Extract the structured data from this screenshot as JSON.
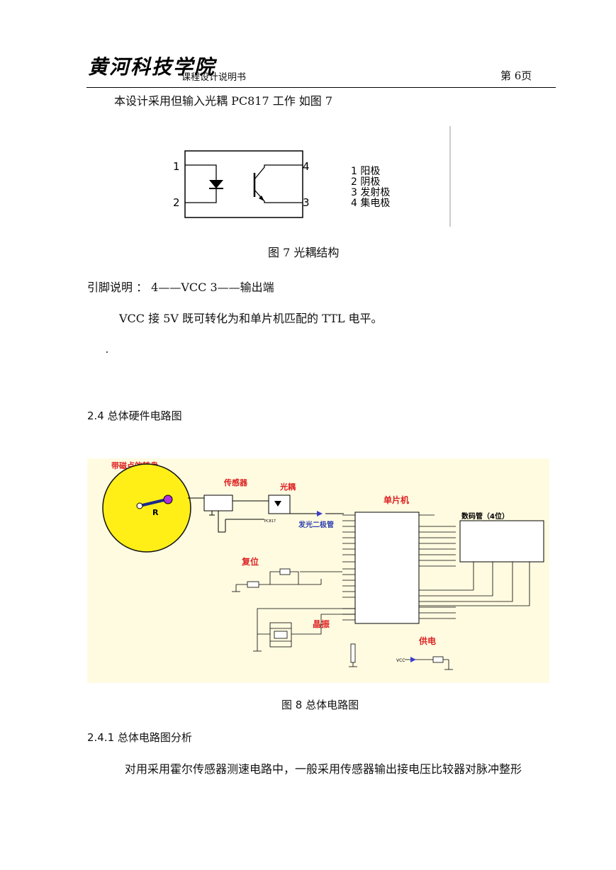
{
  "header": {
    "logo": "黄河科技学院",
    "course": "课程设计说明书",
    "page": "第 6页"
  },
  "intro": "本设计采用但输入光耦 PC817 工作  如图 7",
  "fig7": {
    "pins": [
      "1",
      "2",
      "3",
      "4"
    ],
    "legend": [
      "1  阳极",
      "2  阴极",
      "3  发射极",
      "4  集电极"
    ],
    "caption": "图  7      光耦结构"
  },
  "pin_note": "引脚说明 ：  4——VCC    3——输出端",
  "vcc_note": "VCC 接 5V 既可转化为和单片机匹配的 TTL 电平。",
  "section_2_4": "2.4  总体硬件电路图",
  "fig8": {
    "labels": {
      "disk": "带磁点的转盘",
      "r": "R",
      "sensor": "传感器",
      "opto": "光耦",
      "mcu": "单片机",
      "led": "发光二极管",
      "display": "数码管（4位）",
      "reset": "复位",
      "crystal": "晶振",
      "power": "供电",
      "pc817": "PC817",
      "vcc": "VCC"
    },
    "caption": "图  8  总体电路图"
  },
  "section_2_4_1": "2.4.1    总体电路图分析",
  "body": "对用采用霍尔传感器测速电路中，一般采用传感器输出接电压比较器对脉冲整形"
}
